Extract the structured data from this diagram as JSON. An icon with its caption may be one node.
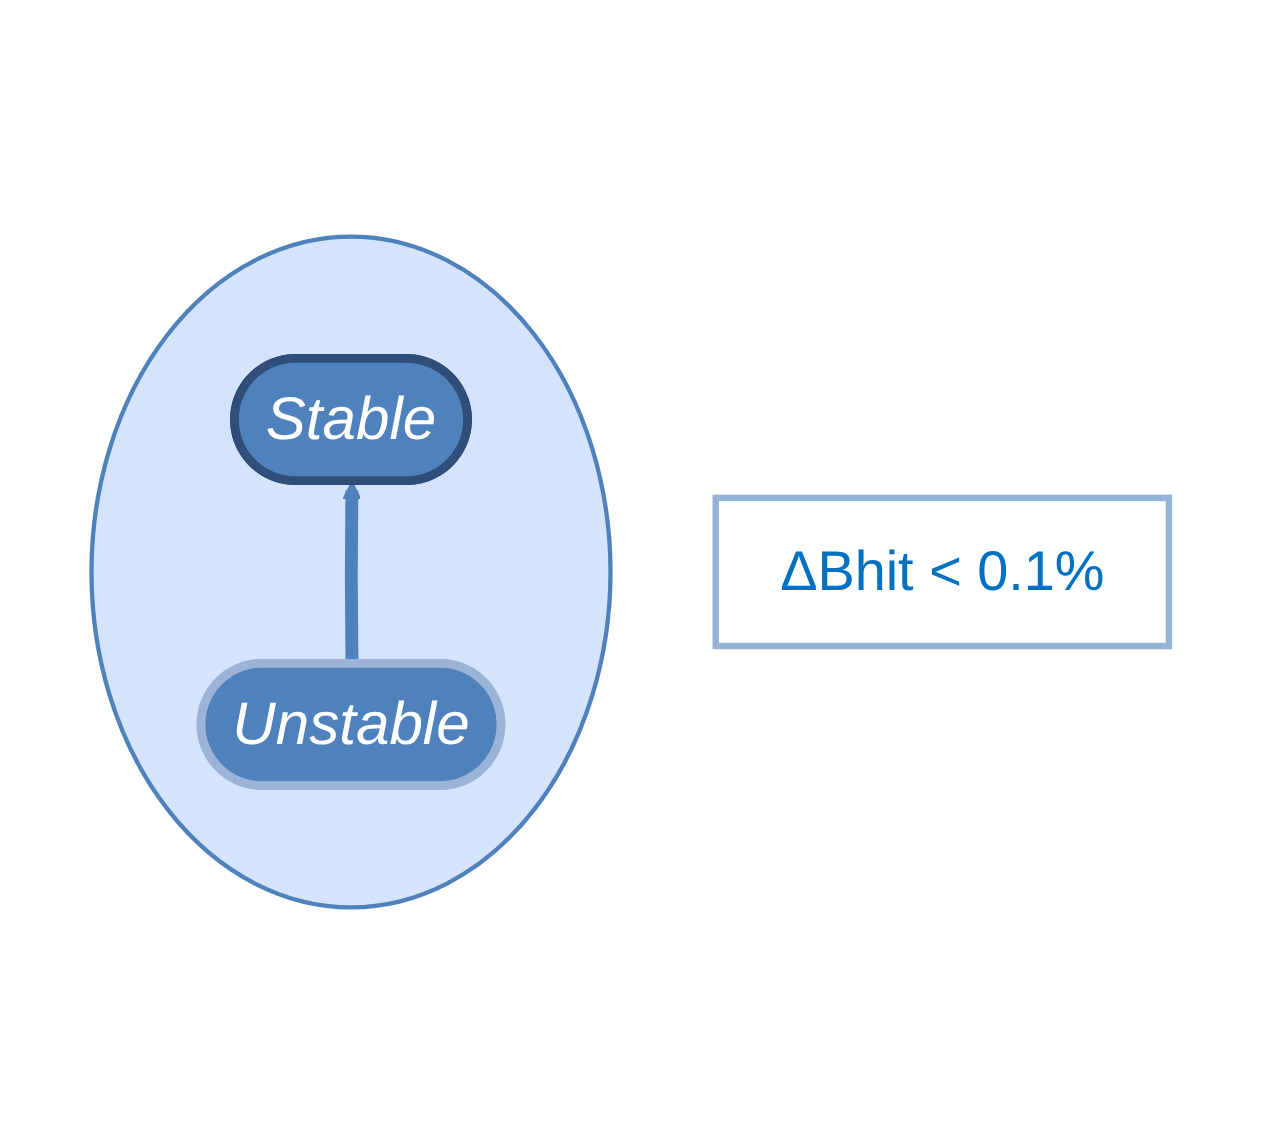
{
  "diagram": {
    "nodes": [
      {
        "text": [],
        "shape": "ellipse"
      },
      {
        "text": [
          "Stable"
        ],
        "in": 0
      },
      {
        "text": [
          "Unstable"
        ],
        "in": 0
      },
      {
        "text": [
          "ΔBhit < 0.1%"
        ]
      }
    ],
    "edges": [
      {
        "from": 2,
        "to": 1,
        "arrow": "to"
      }
    ]
  }
}
